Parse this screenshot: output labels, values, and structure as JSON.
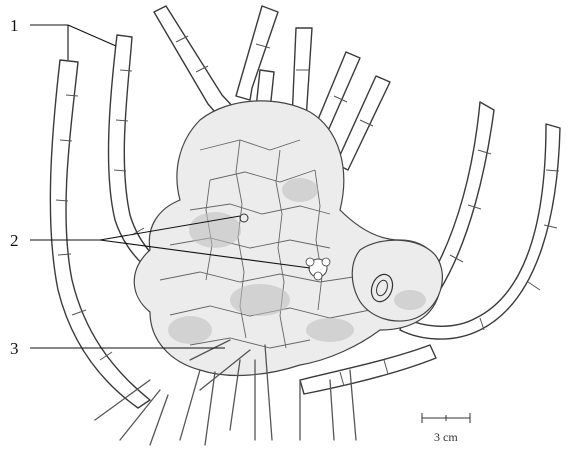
{
  "labels": {
    "one": "1",
    "two": "2",
    "three": "3"
  },
  "scale_bar": {
    "text": "3 cm"
  },
  "colors": {
    "ink": "#3a3a3a",
    "shade": "#bdbdbd",
    "background": "#ffffff"
  }
}
